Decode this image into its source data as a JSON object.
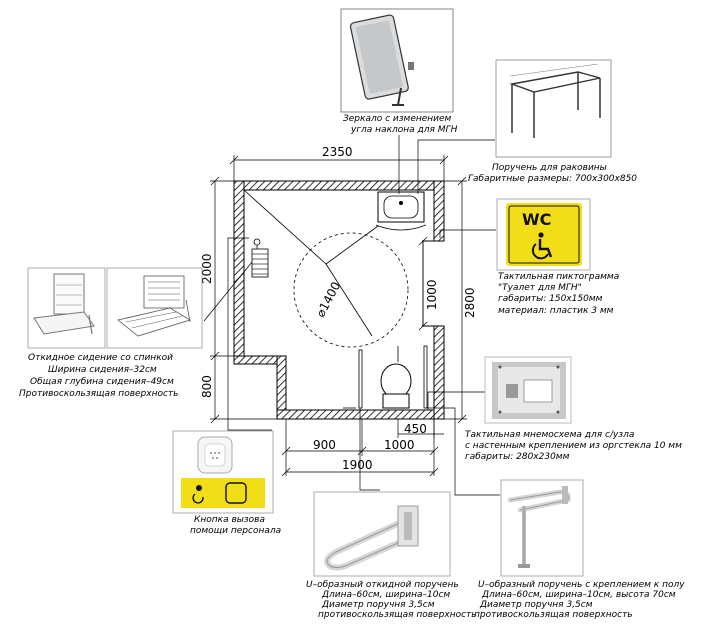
{
  "dimensions": {
    "top_width": "2350",
    "left_upper": "2000",
    "left_lower": "800",
    "right_height": "2800",
    "inner_1000_vertical": "1000",
    "bottom_900": "900",
    "bottom_1000": "1000",
    "bottom_450": "450",
    "bottom_1900": "1900",
    "circle_diameter": "⌀1400"
  },
  "captions": {
    "mirror": [
      "Зеркало с изменением",
      "угла наклона для МГН"
    ],
    "sink_rail": [
      "Поручень для раковины",
      "Габаритные размеры: 700х300х850"
    ],
    "wc_sign": [
      "Тактильная пиктограмма",
      "\"Туалет для МГН\"",
      "габариты: 150х150мм",
      "материал: пластик 3 мм"
    ],
    "mnemo": [
      "Тактильная мнемосхема для с/узла",
      "с настенным креплением из оргстекла 10 мм",
      "габариты: 280х230мм"
    ],
    "seat": [
      "Откидное сидение со спинкой",
      "Ширина сидения–32см",
      "Общая глубина сидения–49см",
      "Противоскользящая поверхность"
    ],
    "call_button": [
      "Кнопка вызова",
      "помощи персонала"
    ],
    "u_fold_rail": [
      "U–образный откидной поручень",
      "Длина–60см, ширина–10см",
      "Диаметр поручня 3,5см",
      "противоскользящая поверхность"
    ],
    "u_floor_rail": [
      "U–образный поручень с креплением к полу",
      "Длина–60см, ширина–10см, высота 70см",
      "Диаметр поручня 3,5см",
      "противоскользящая поверхность"
    ]
  },
  "wc_sign_text": "WC",
  "colors": {
    "wall_hatch": "#000000",
    "sign_yellow": "#f2dd19",
    "sign_black": "#111111"
  }
}
